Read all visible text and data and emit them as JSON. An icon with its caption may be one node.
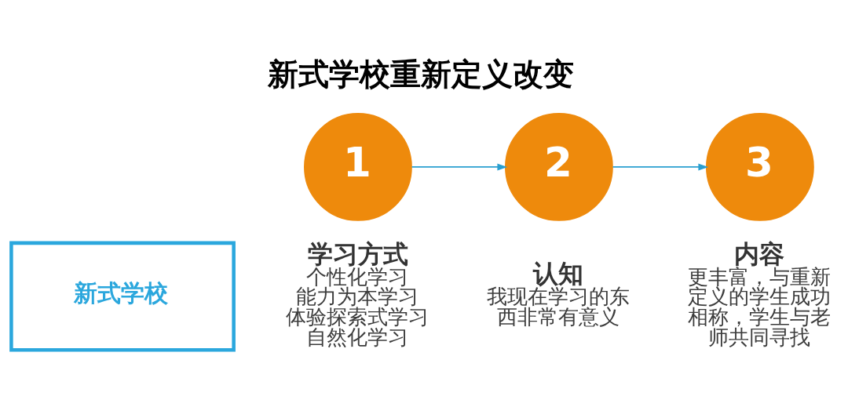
{
  "diagram": {
    "title": "新式学校重新定义改变",
    "nodes": [
      {
        "text": [
          "1"
        ],
        "beside": [
          "学习方式",
          "个性化学习",
          "能力为本学习",
          "体验探索式学习",
          "自然化学习"
        ]
      },
      {
        "text": [
          "2"
        ],
        "beside": [
          "认知",
          "我现在学习的东西非常有意义"
        ]
      },
      {
        "text": [
          "3"
        ],
        "beside": [
          "内容",
          "更丰富，与重新定义的学生成功相称，学生与老师共同寻找"
        ]
      },
      {
        "text": [
          "新式学校"
        ]
      }
    ],
    "edges": [
      {
        "from": 0,
        "to": 1,
        "arrow": "to"
      },
      {
        "from": 1,
        "to": 2,
        "arrow": "to"
      }
    ]
  }
}
